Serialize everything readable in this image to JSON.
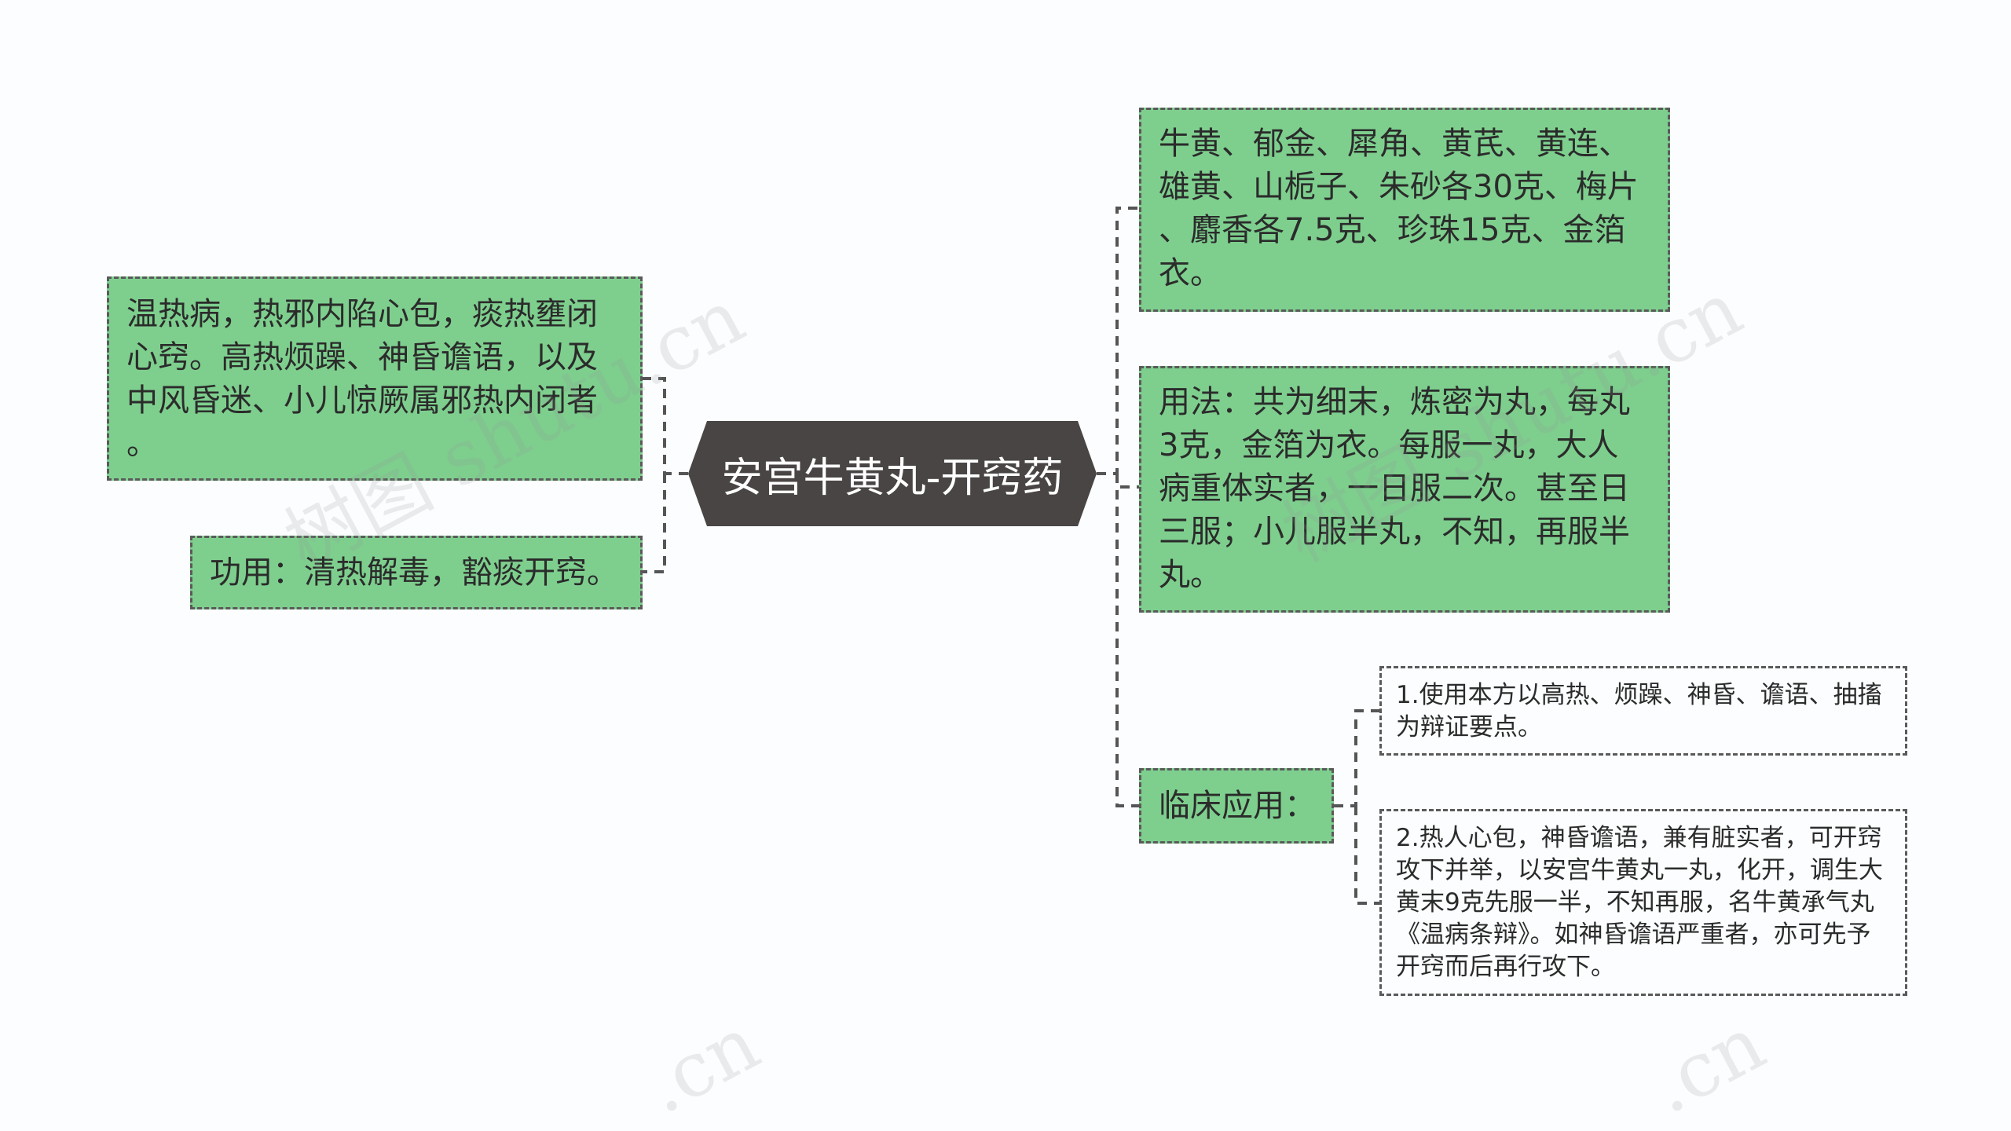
{
  "root": {
    "label": "安宫牛黄丸-开窍药"
  },
  "left_nodes": [
    {
      "lines": [
        "温热病，热邪内陷心包，痰热壅闭",
        "心窍。高热烦躁、神昏谵语，以及",
        "中风昏迷、小儿惊厥属邪热内闭者",
        "。"
      ]
    },
    {
      "lines": [
        "功用：清热解毒，豁痰开窍。"
      ]
    }
  ],
  "right_nodes": [
    {
      "lines": [
        "牛黄、郁金、犀角、黄芪、黄连、",
        "雄黄、山栀子、朱砂各30克、梅片",
        "、麝香各7.5克、珍珠15克、金箔",
        "衣。"
      ]
    },
    {
      "lines": [
        "用法：共为细末，炼密为丸，每丸",
        "3克，金箔为衣。每服一丸，大人",
        "病重体实者，一日服二次。甚至日",
        "三服；小儿服半丸，不知，再服半",
        "丸。"
      ]
    },
    {
      "lines": [
        "临床应用："
      ]
    }
  ],
  "sub_nodes": [
    {
      "lines": [
        "1.使用本方以高热、烦躁、神昏、谵语、抽搐",
        "为辩证要点。"
      ]
    },
    {
      "lines": [
        "2.热人心包，神昏谵语，兼有脏实者，可开窍",
        "攻下并举，以安宫牛黄丸一丸，化开，调生大",
        "黄末9克先服一半，不知再服，名牛黄承气丸",
        "《温病条辩》。如神昏谵语严重者，亦可先予",
        "开窍而后再行攻下。"
      ]
    }
  ],
  "watermarks": [
    "树图 shutu.cn",
    "树图 shutu.cn",
    ".cn",
    ".cn"
  ],
  "colors": {
    "root_fill": "#4a4545",
    "node_fill": "#7ecf8e",
    "connector": "#555555",
    "background": "#fbfdfe"
  }
}
